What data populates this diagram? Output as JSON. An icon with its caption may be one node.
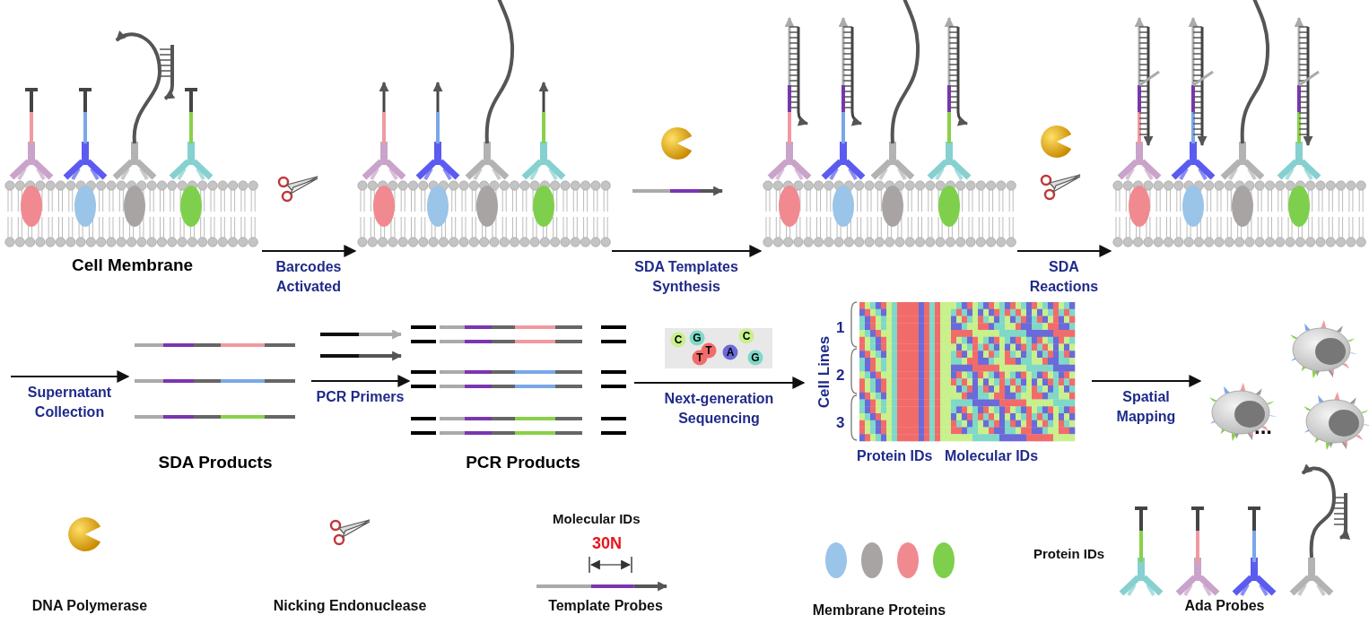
{
  "diagram": {
    "nodes": [
      {
        "text": [
          "Cell Membrane"
        ]
      },
      {
        "text": [],
        "shape": "picture"
      },
      {
        "text": [],
        "shape": "picture"
      },
      {
        "text": [],
        "shape": "picture"
      },
      {
        "text": [
          "SDA Products"
        ]
      },
      {
        "text": [
          "PCR Products"
        ]
      },
      {
        "text": [],
        "shape": "picture",
        "beside": [
          "Cell Lines",
          "1",
          "2",
          "3",
          "Protein IDs",
          "Molecular IDs"
        ]
      },
      {
        "text": [],
        "shape": "picture"
      }
    ],
    "edges": [
      {
        "from": 0,
        "to": 1,
        "arrow": "to",
        "label": "Barcodes Activated"
      },
      {
        "from": 1,
        "to": 2,
        "arrow": "to",
        "label": "SDA Templates Synthesis"
      },
      {
        "from": 2,
        "to": 3,
        "arrow": "to",
        "label": "SDA Reactions"
      },
      {
        "from": null,
        "to": 4,
        "arrow": "to",
        "label": "Supernatant Collection"
      },
      {
        "from": 4,
        "to": 5,
        "arrow": "to",
        "label": "PCR Primers"
      },
      {
        "from": 5,
        "to": 6,
        "arrow": "to",
        "label": "Next-generation Sequencing"
      },
      {
        "from": 6,
        "to": 7,
        "arrow": "to",
        "label": "Spatial Mapping"
      }
    ],
    "labels": [
      "C",
      "G",
      "T",
      "T",
      "A",
      "C",
      "G",
      "...",
      "Molecular IDs",
      "30N",
      "Protein IDs"
    ],
    "legend": [
      {
        "text": "DNA Polymerase"
      },
      {
        "text": "Nicking Endonuclease"
      },
      {
        "text": "Template Probes"
      },
      {
        "text": "Membrane Proteins"
      },
      {
        "text": "Ada Probes"
      }
    ]
  }
}
